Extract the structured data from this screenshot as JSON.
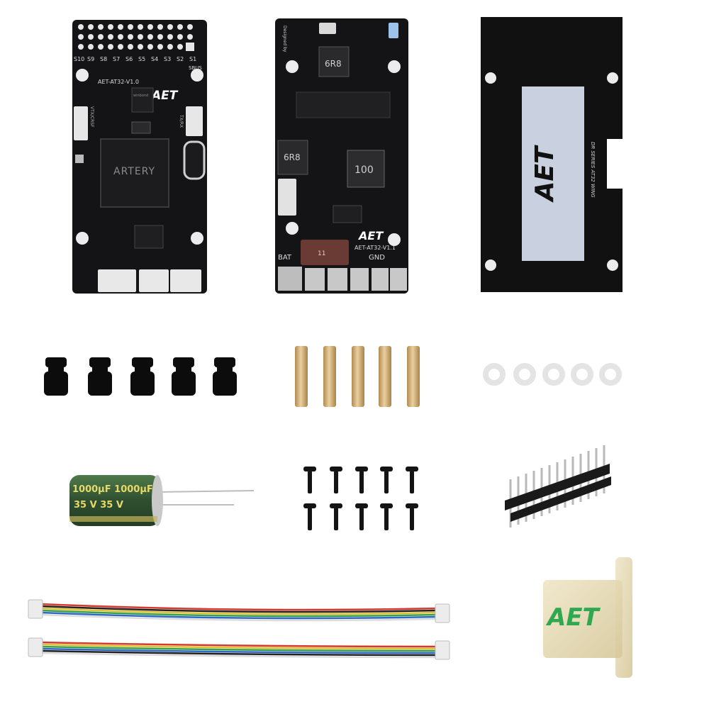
{
  "fc_board": {
    "pin_labels": [
      "S10",
      "S9",
      "S8",
      "S7",
      "S6",
      "S5",
      "S4",
      "S3",
      "S2",
      "S1"
    ],
    "sbus_label": "SBUS",
    "model_label": "AET-AT32-V1.0",
    "logo": "AET",
    "chip_brand": "ARTERY",
    "flash_brand": "winbond",
    "side_label_left": "VTX/CRSF",
    "side_label_right": "TX/RX"
  },
  "pdb_board": {
    "designed_by_label": "Designed by",
    "inductor_top": "6R8",
    "inductor_left": "6R8",
    "inductor_right": "100",
    "logo": "AET",
    "model_label": "AET-AT32-V1.1",
    "bat_label": "BAT",
    "gnd_label": "GND",
    "fuse_label": "11"
  },
  "cover_plate": {
    "logo": "AET",
    "series_text": "DR SERIES AT32 WING"
  },
  "capacitor": {
    "text_line1": "1000µF 1000µF",
    "text_line2": "35 V   35 V"
  },
  "mount": {
    "logo": "AET"
  },
  "colors": {
    "pcb": "#141416",
    "brass": "#cfae79",
    "capacitor": "#3b5c3a",
    "logo_green": "#2fa84f"
  }
}
